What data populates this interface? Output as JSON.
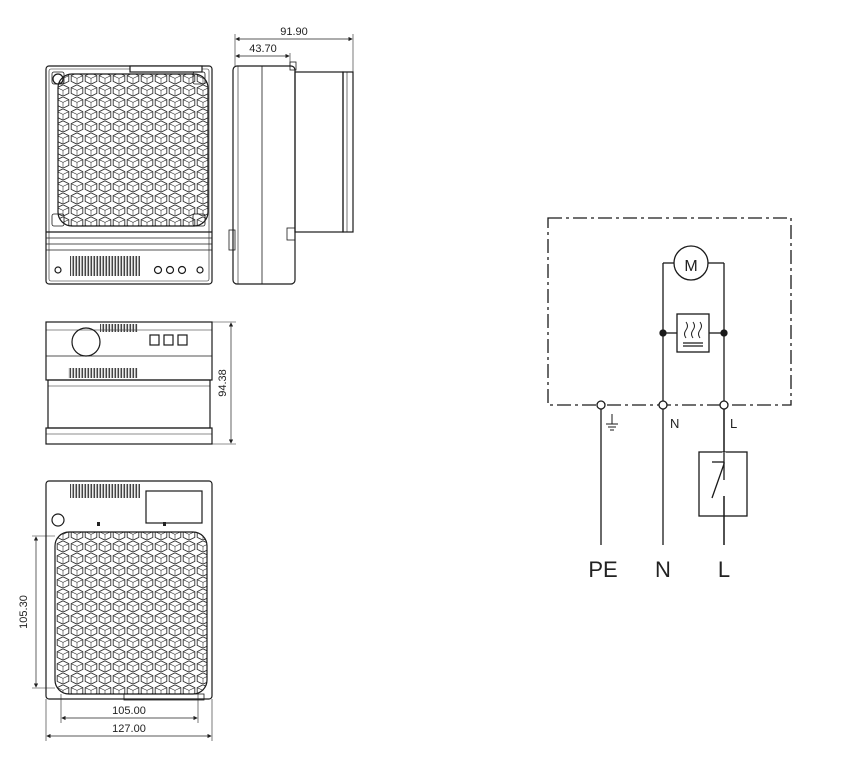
{
  "dimensions": {
    "total_depth": "91.90",
    "body_depth": "43.70",
    "height": "94.38",
    "grille_height": "105.30",
    "grille_width": "105.00",
    "total_width": "127.00"
  },
  "schematic": {
    "motor_label": "M",
    "terminal_labels": [
      "N",
      "L"
    ],
    "bottom_labels": [
      "PE",
      "N",
      "L"
    ]
  },
  "colors": {
    "line": "#1a1a1a",
    "background": "#ffffff"
  }
}
